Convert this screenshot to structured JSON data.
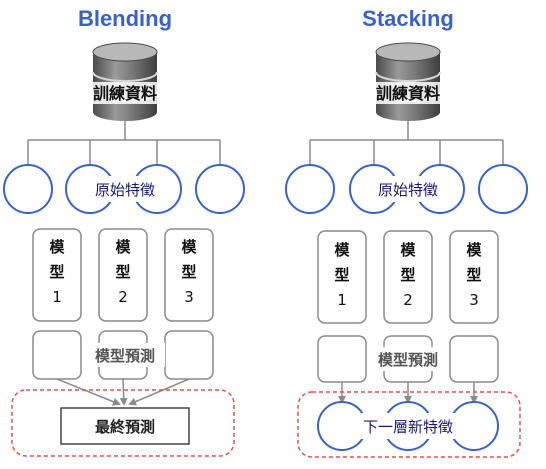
{
  "blending": {
    "title": "Blending",
    "database_label": "訓練資料",
    "feature_label": "原始特徵",
    "models": [
      {
        "char1": "模",
        "char2": "型",
        "num": "1"
      },
      {
        "char1": "模",
        "char2": "型",
        "num": "2"
      },
      {
        "char1": "模",
        "char2": "型",
        "num": "3"
      }
    ],
    "prediction_label": "模型預測",
    "final_label": "最終預測"
  },
  "stacking": {
    "title": "Stacking",
    "database_label": "訓練資料",
    "feature_label": "原始特徵",
    "models": [
      {
        "char1": "模",
        "char2": "型",
        "num": "1"
      },
      {
        "char1": "模",
        "char2": "型",
        "num": "2"
      },
      {
        "char1": "模",
        "char2": "型",
        "num": "3"
      }
    ],
    "prediction_label": "模型預測",
    "new_feature_label": "下一層新特徵"
  },
  "colors": {
    "accent_blue": "#3a62c2",
    "red_dashed": "#d9534f",
    "gray_lines": "#8a8a8a"
  },
  "icons": {
    "database": "database-cylinder-icon"
  }
}
